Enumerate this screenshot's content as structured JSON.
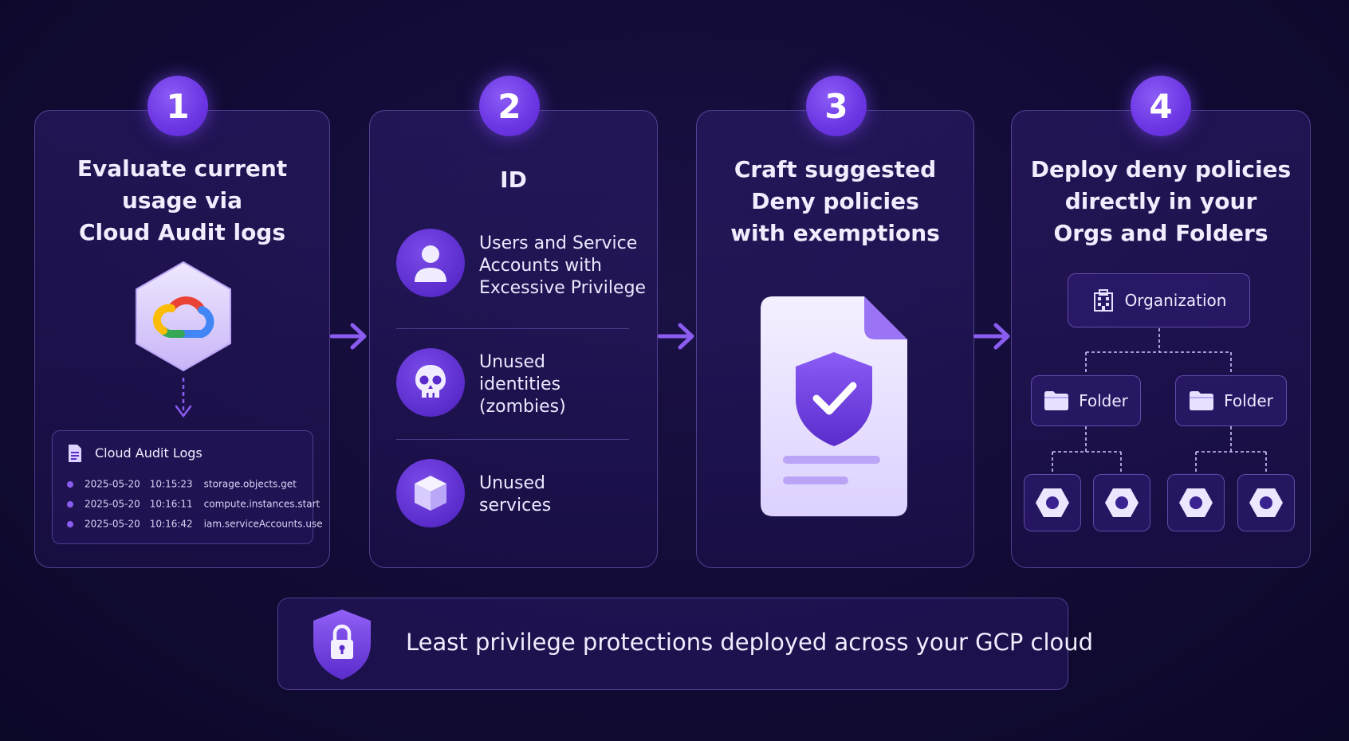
{
  "steps": [
    {
      "number": "1",
      "title_lines": [
        "Evaluate current",
        "usage via",
        "Cloud Audit logs"
      ]
    },
    {
      "number": "2",
      "title_lines": [
        "ID"
      ]
    },
    {
      "number": "3",
      "title_lines": [
        "Craft suggested",
        "Deny policies",
        "with exemptions"
      ]
    },
    {
      "number": "4",
      "title_lines": [
        "Deploy deny policies",
        "directly in your",
        "Orgs and Folders"
      ]
    }
  ],
  "audit_logs": {
    "title": "Cloud Audit Logs",
    "rows": [
      {
        "date": "2025-05-20",
        "time": "10:15:23",
        "method": "storage.objects.get"
      },
      {
        "date": "2025-05-20",
        "time": "10:16:11",
        "method": "compute.instances.start"
      },
      {
        "date": "2025-05-20",
        "time": "10:16:42",
        "method": "iam.serviceAccounts.use"
      }
    ]
  },
  "identities": [
    {
      "icon": "user-icon",
      "lines": [
        "Users and Service",
        "Accounts with",
        "Excessive Privilege"
      ]
    },
    {
      "icon": "skull-icon",
      "lines": [
        "Unused",
        "identities",
        "(zombies)"
      ]
    },
    {
      "icon": "cube-icon",
      "lines": [
        "Unused",
        "services"
      ]
    }
  ],
  "hierarchy": {
    "root": "Organization",
    "folders": [
      "Folder",
      "Folder"
    ]
  },
  "bottom_banner": "Least privilege protections deployed across your GCP cloud",
  "colors": {
    "background": "#120b35",
    "accent": "#7c4dff",
    "card_border": "#7a63c8"
  }
}
